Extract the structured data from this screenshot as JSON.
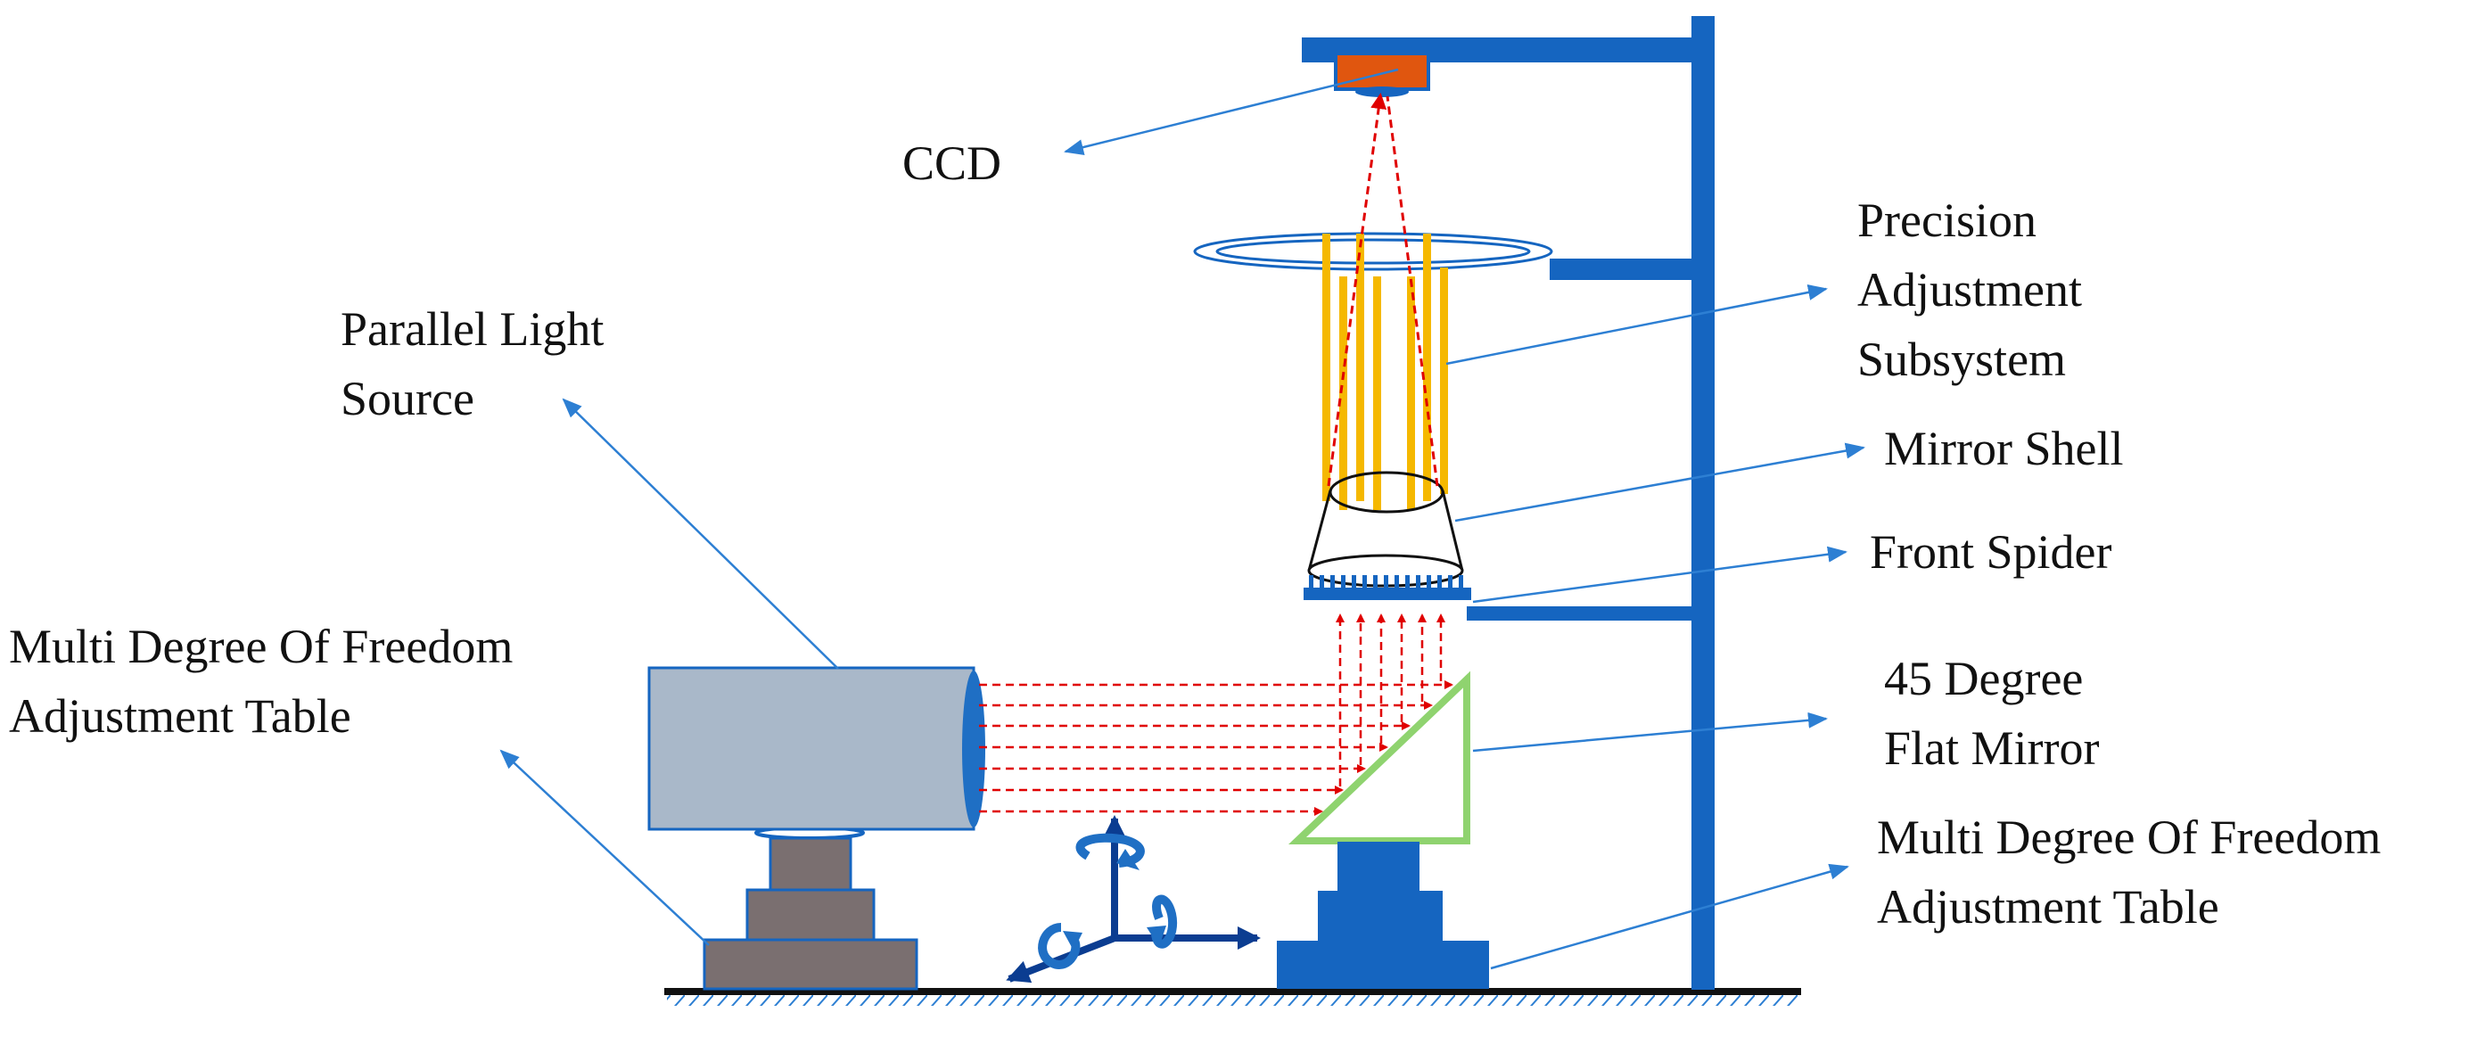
{
  "colors": {
    "frame": "#1565c0",
    "frame_dark": "#0d4e96",
    "ccd": "#e0560f",
    "rods": "#f5b800",
    "light_source_body": "#a9b8c9",
    "light_source_lens": "#1f6fc4",
    "flat_mirror_edge": "#8fd36f",
    "beam": "#e00000",
    "callout_line": "#2d7fd3",
    "ground": "#111111",
    "stand_gray": "#7a6f70",
    "axis_arrows": "#0b3d91"
  },
  "labels": {
    "ccd": "CCD",
    "precision_adjustment": [
      "Precision",
      "Adjustment",
      "Subsystem"
    ],
    "parallel_light_source": [
      "Parallel Light",
      "Source"
    ],
    "mirror_shell": "Mirror Shell",
    "front_spider": "Front Spider",
    "flat_mirror": [
      "45 Degree",
      "Flat Mirror"
    ],
    "left_table": [
      "Multi Degree Of Freedom",
      "Adjustment Table"
    ],
    "right_table": [
      "Multi Degree Of Freedom",
      "Adjustment Table"
    ]
  },
  "icons": {
    "axis_symbol": "six-dof-axes-icon",
    "ground": "hatched-ground-icon"
  }
}
